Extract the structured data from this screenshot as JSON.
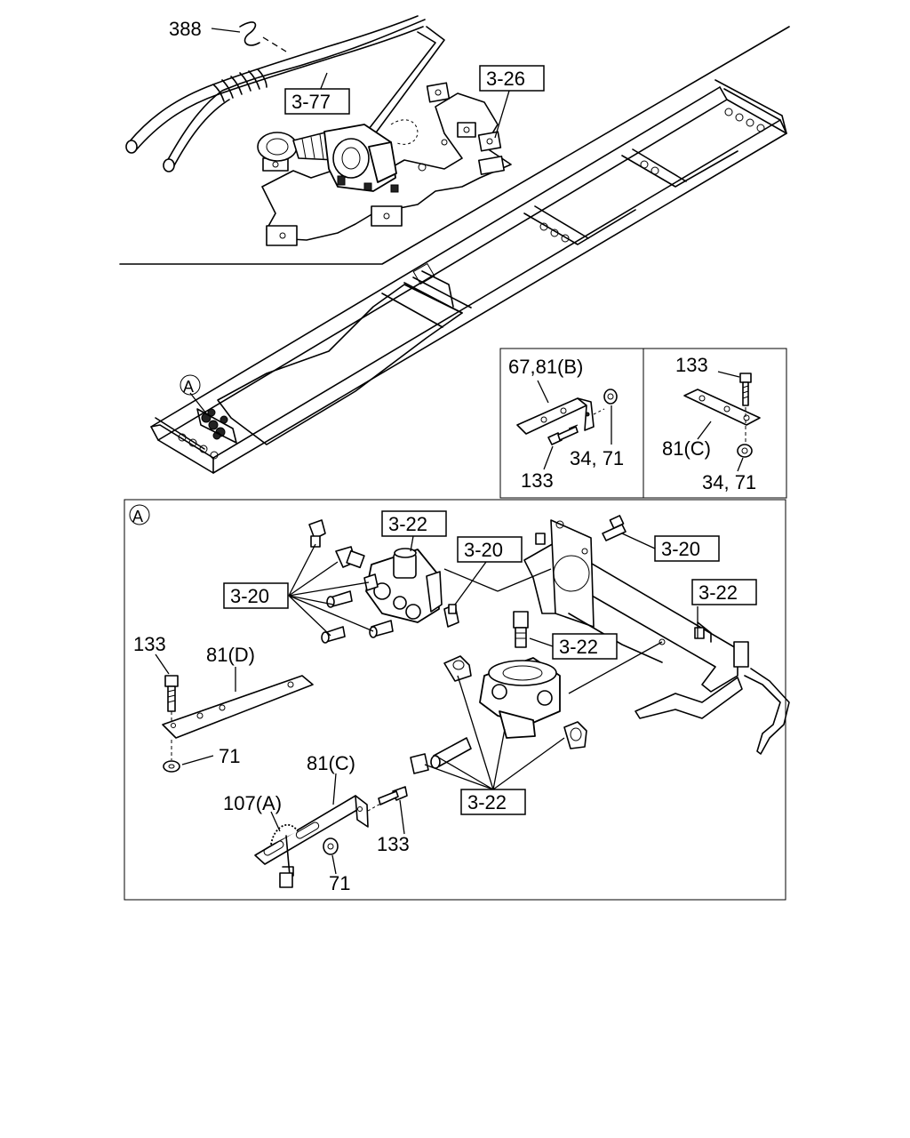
{
  "labels": {
    "l388": "388",
    "r377": "3-77",
    "r326": "3-26",
    "circleA": "A",
    "inset_b_label": "67,81(B)",
    "inset_b_133": "133",
    "inset_b_3471": "34, 71",
    "inset_c_133": "133",
    "inset_c_label": "81(C)",
    "inset_c_3471": "34, 71",
    "detailA": "A",
    "r322_top": "3-22",
    "r320_mid": "3-20",
    "r320_right": "3-20",
    "r320_left": "3-20",
    "r322_right": "3-22",
    "r322_center": "3-22",
    "r322_bottom": "3-22",
    "l133_left": "133",
    "l81d": "81(D)",
    "l71_left": "71",
    "l81c": "81(C)",
    "l107a": "107(A)",
    "l133_bottom": "133",
    "l71_bottom": "71"
  }
}
